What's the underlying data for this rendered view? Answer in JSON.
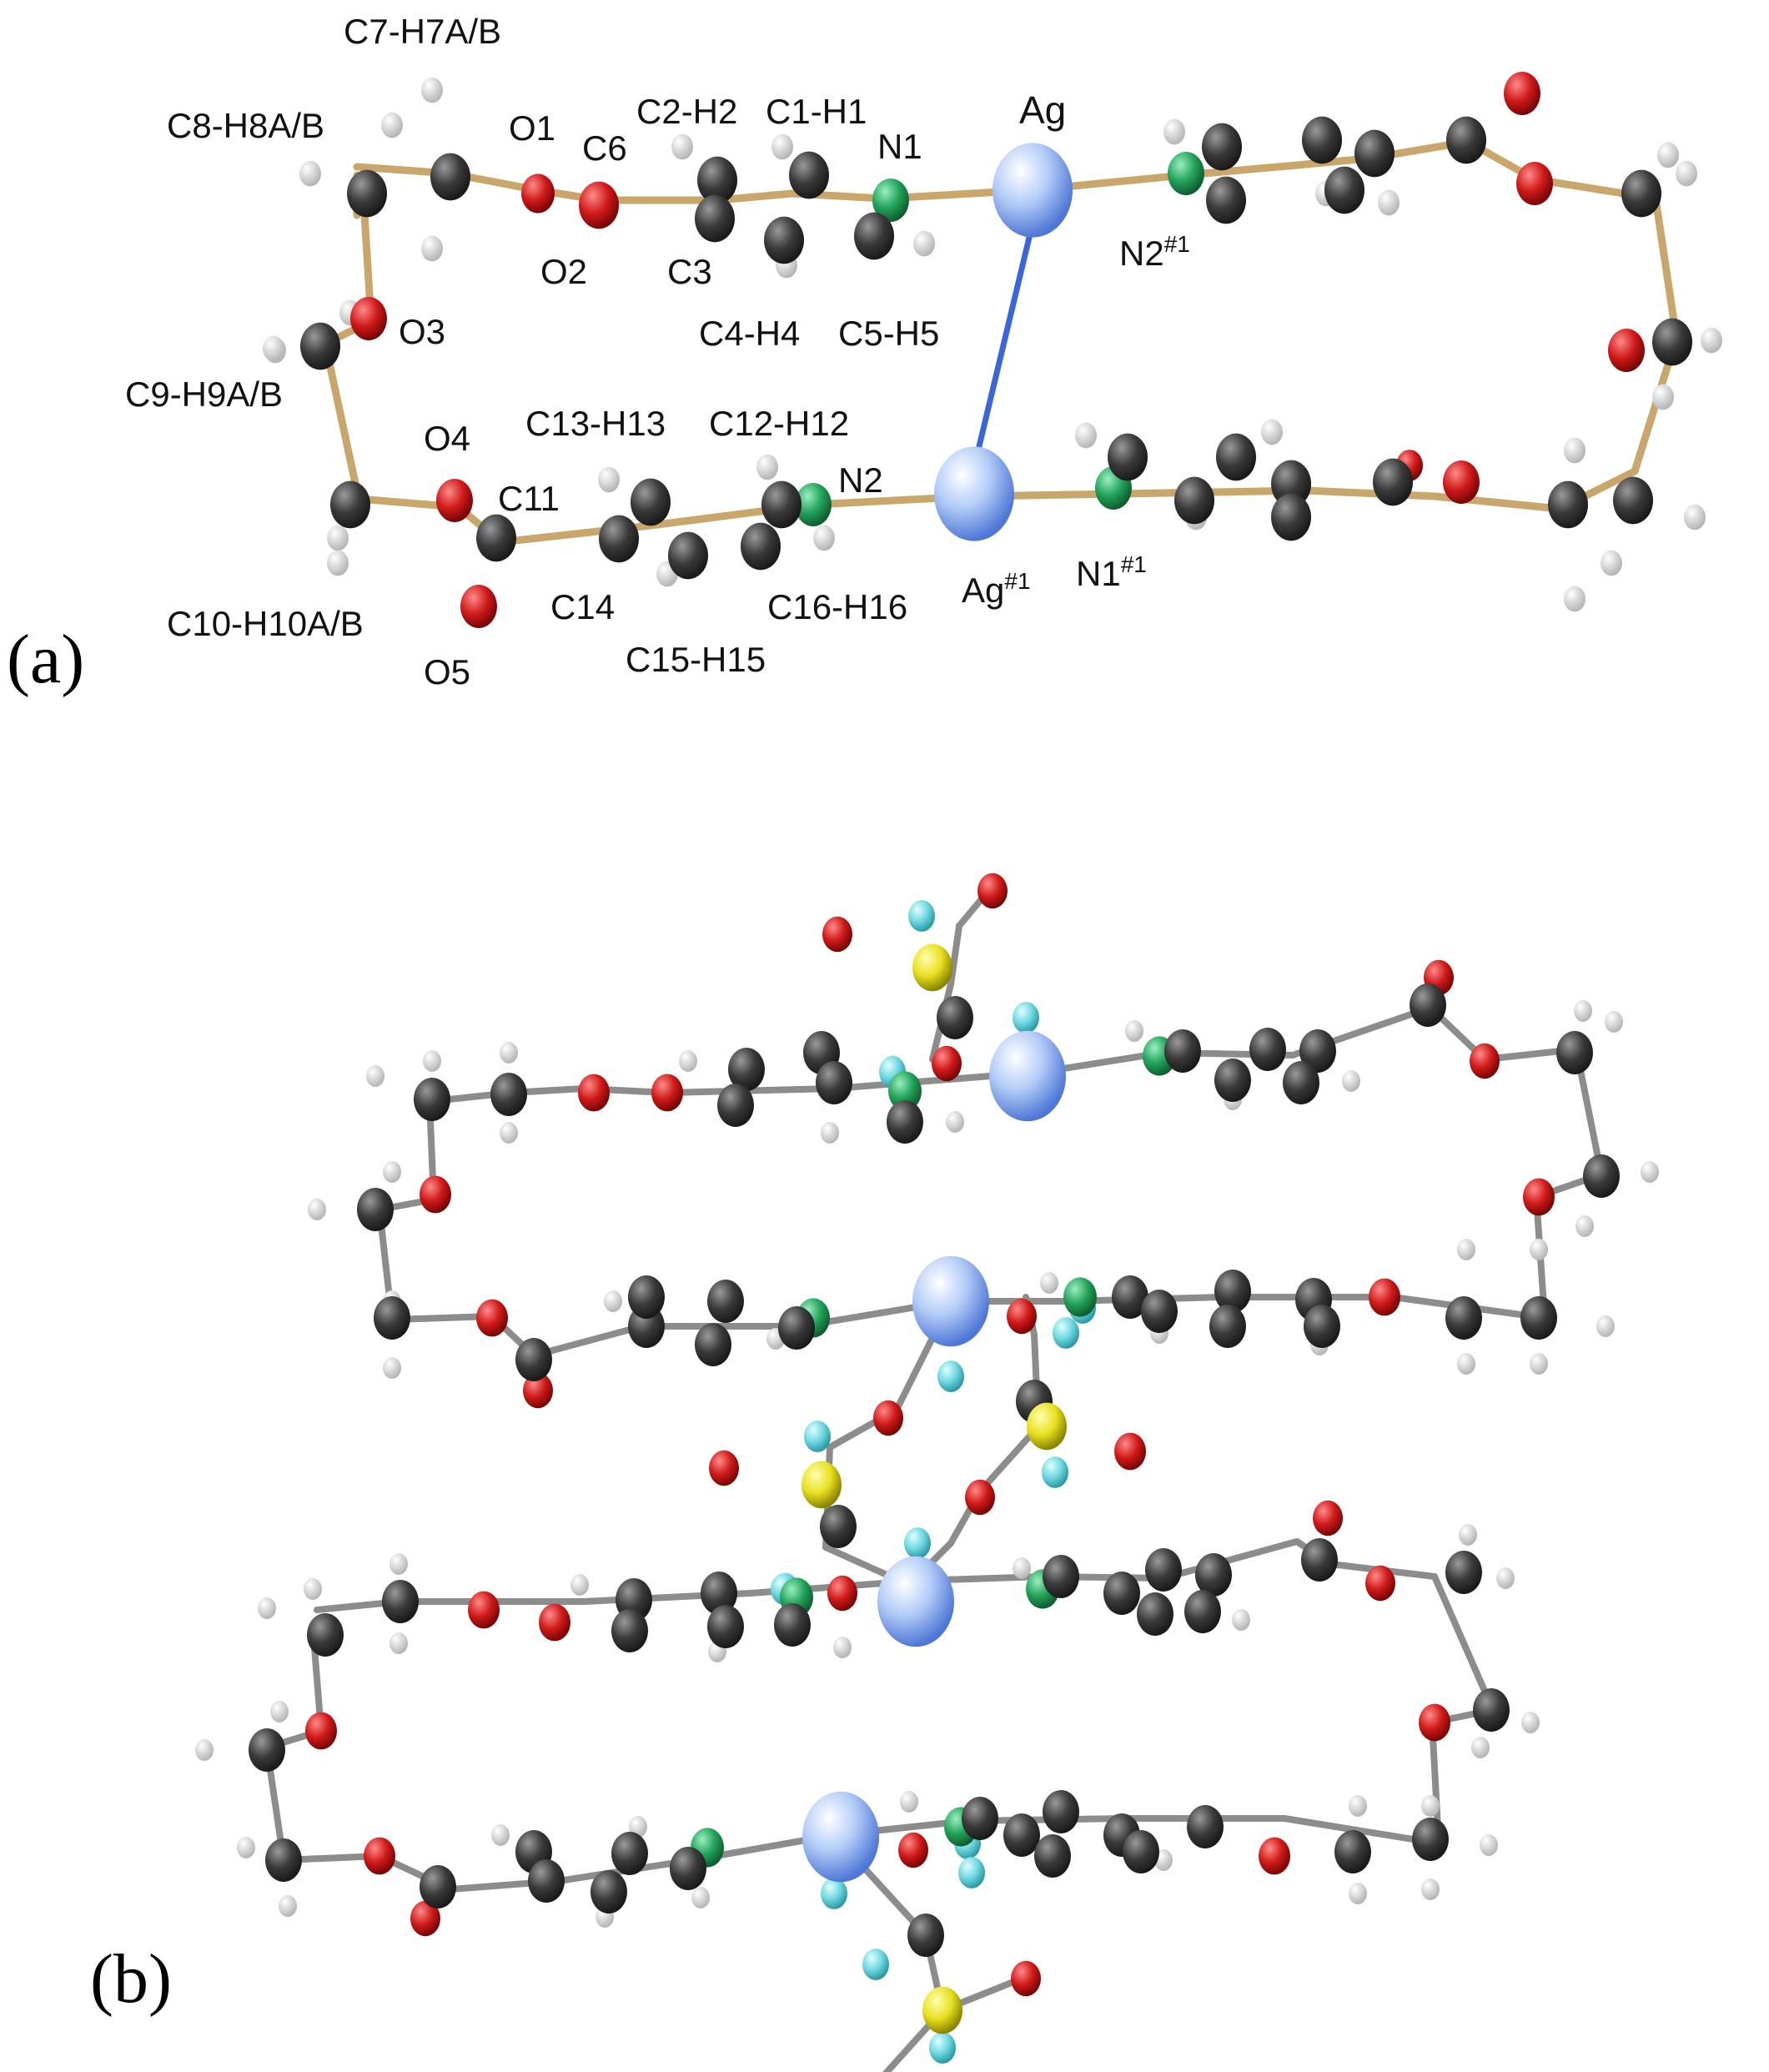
{
  "panels": {
    "a": {
      "tag": "(a)"
    },
    "b": {
      "tag": "(b)"
    }
  },
  "atom_labels": {
    "c7": "C7-H7A/B",
    "c8": "C8-H8A/B",
    "o1": "O1",
    "c6": "C6",
    "c2": "C2-H2",
    "c1": "C1-H1",
    "n1": "N1",
    "ag": "Ag",
    "o2": "O2",
    "c3": "C3",
    "o3": "O3",
    "c4": "C4-H4",
    "c5": "C5-H5",
    "c9": "C9-H9A/B",
    "o4": "O4",
    "c13": "C13-H13",
    "c12": "C12-H12",
    "n2": "N2",
    "c11": "C11",
    "c10": "C10-H10A/B",
    "c14": "C14",
    "c16": "C16-H16",
    "o5": "O5",
    "c15": "C15-H15"
  },
  "superscript_labels": {
    "n2_sym": {
      "base": "N2",
      "sup": "#1"
    },
    "ag_sym": {
      "base": "Ag",
      "sup": "#1"
    },
    "n1_sym": {
      "base": "N1",
      "sup": "#1"
    }
  },
  "colors": {
    "carbon": "#3a3a3a",
    "hydrogen": "#e2e2e2",
    "oxygen": "#d01a1a",
    "nitrogen": "#23a35a",
    "silver": "#8fb2f0",
    "sulfur": "#e8e020",
    "fluorine": "#6fd8e0",
    "bond_a": "#c9a66b",
    "bond_b": "#8c8c8c",
    "ag_ag_bond": "#3a66d8"
  }
}
